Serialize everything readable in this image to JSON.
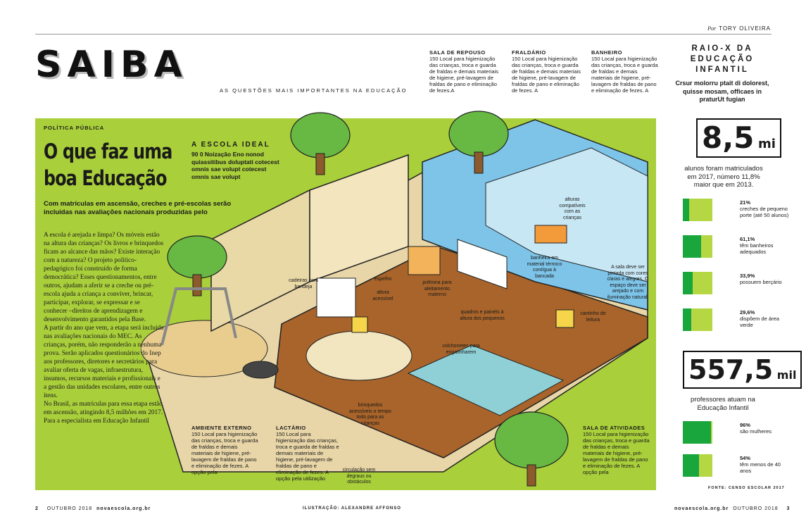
{
  "byline": {
    "prefix": "Por",
    "author": "TORY OLIVEIRA"
  },
  "header": {
    "title": "SAIBA",
    "subtitle": "AS QUESTÕES MAIS IMPORTANTES NA EDUCAÇÃO"
  },
  "article": {
    "section": "POLÍTICA PÚBLICA",
    "headline": "O que faz uma boa Educação",
    "lede": "Com matrículas em ascensão, creches e pré-escolas serão incluídas nas avaliações nacionais produzidas pelo",
    "body": [
      "A escola é arejada e limpa? Os móveis estão na altura das crianças? Os livros e brinquedos ficam ao alcance das mãos? Existe interação com a natureza? O projeto político-pedagógico foi construído de forma democrática? Esses questionamentos, entre outros, ajudam a aferir se a creche ou pré-escola ajuda a criança a conviver, brincar, participar, explorar, se expressar e se conhecer –direitos de aprendizagem e desenvolvimento garantidos pela Base.",
      "A partir do ano que vem, a etapa será incluída nas avaliações nacionais do MEC. As crianças, porém, não responderão a nenhuma prova. Serão aplicados questionários do Inep aos professores, diretores e secretários para avaliar oferta de vagas, infraestrutura, insumos, recursos materiais e profissionais e a gestão das unidades escolares, entre outros itens.",
      "No Brasil, as matrículas para essa etapa estão em ascensão, atingindo 8,5 milhões em 2017. Para a especialista em Educação Infantil"
    ]
  },
  "ideal": {
    "title": "A ESCOLA IDEAL",
    "text": "90 0 Noização Eno nonod quiassitibus doluptati cotecest omnis sae volupt cotecest omnis sae volupt"
  },
  "rooms": {
    "repouso": {
      "title": "SALA DE REPOUSO",
      "text": "150 Local para higienização das crianças, troca e guarda de fraldas e demais materiais de higiene, pré-lavagem de fraldas de pano e eliminação de fezes.A"
    },
    "fraldario": {
      "title": "FRALDÁRIO",
      "text": "150 Local para higienização das crianças, troca e guarda de fraldas e demais materiais de higiene, pré-lavagem de fraldas de pano e eliminação de fezes. A"
    },
    "banheiro": {
      "title": "BANHEIRO",
      "text": "150 Local para higienização das crianças, troca e guarda de fraldas e demais materiais de higiene, pré-lavagem de fraldas de pano e eliminação de fezes. A"
    },
    "externo": {
      "title": "AMBIENTE EXTERNO",
      "text": "150 Local para higienização das crianças, troca e guarda de fraldas e demais materiais de higiene, pré-lavagem de fraldas de pano e eliminação de fezes. A opção pela"
    },
    "lactario": {
      "title": "LACTÁRIO",
      "text": "150 Local para higienização das crianças, troca e guarda de fraldas e demais materiais de higiene, pré-lavagem de fraldas de pano e eliminação de fezes. A opção pela utilização"
    },
    "atividades": {
      "title": "SALA DE ATIVIDADES",
      "text": "150 Local para higienização das crianças, troca e guarda de fraldas e demais materiais de higiene, pré-lavagem de fraldas de pano e eliminação de fezes. A opção pela"
    }
  },
  "labels": {
    "cadeiras": "cadeiras com bandeja",
    "espelho": "espelho",
    "altura": "altura acessível",
    "poltrona": "poltrona para aleitamento materno",
    "banheira": "banheira em material térmico contígua à bancada",
    "altura_criancas": "alturas compatíveis com as crianças",
    "sala_pintada": "A sala deve ser pintada com cores claras e alegres. O espaço deve ser arejado e com iluminação natural.",
    "quadros": "quadros e painéis à altura dos pequenos",
    "cantinho": "cantinho de leitura",
    "colchonetes": "colchonetes para engatinharem",
    "brinquedos": "brinquedos acessíveis o tempo todo para as crianças",
    "circulacao": "circulação sem degraus ou obstáculos"
  },
  "sidebar": {
    "title": "RAIO-X DA EDUCAÇÃO INFANTIL",
    "subtitle": "Crsur molorru ptait di dolorest, quisse mosam, officaes in praturUt fugian",
    "big1_num": "8,5",
    "big1_unit": "mi",
    "big1_text": "alunos foram matriculados em 2017, número 11,8% maior que em 2013.",
    "stats1": [
      {
        "pct": "21%",
        "value": 21,
        "desc": "creches de pequeno porte (até 50 alunos)"
      },
      {
        "pct": "61,1%",
        "value": 61.1,
        "desc": "têm banheiros adequados"
      },
      {
        "pct": "33,9%",
        "value": 33.9,
        "desc": "possuem berçário"
      },
      {
        "pct": "29,6%",
        "value": 29.6,
        "desc": "dispõem de área verde"
      }
    ],
    "big2_num": "557,5",
    "big2_unit": "mil",
    "big2_text": "professores atuam na Educação Infantil",
    "stats2": [
      {
        "pct": "96%",
        "value": 96,
        "desc": "são mulheres"
      },
      {
        "pct": "54%",
        "value": 54,
        "desc": "têm menos de 40 anos"
      }
    ],
    "source": "FONTE: CENSO ESCOLAR 2017"
  },
  "footer": {
    "left_page": "2",
    "left_date": "OUTUBRO 2018",
    "left_site": "novaescola.org.br",
    "credit": "ILUSTRAÇÃO: ALEXANDRE AFFONSO",
    "right_site": "novaescola.org.br",
    "right_date": "OUTUBRO 2018",
    "right_page": "3"
  },
  "colors": {
    "green": "#a9cf3b",
    "bar_dark": "#19a63c",
    "bar_light": "#b5d743"
  }
}
